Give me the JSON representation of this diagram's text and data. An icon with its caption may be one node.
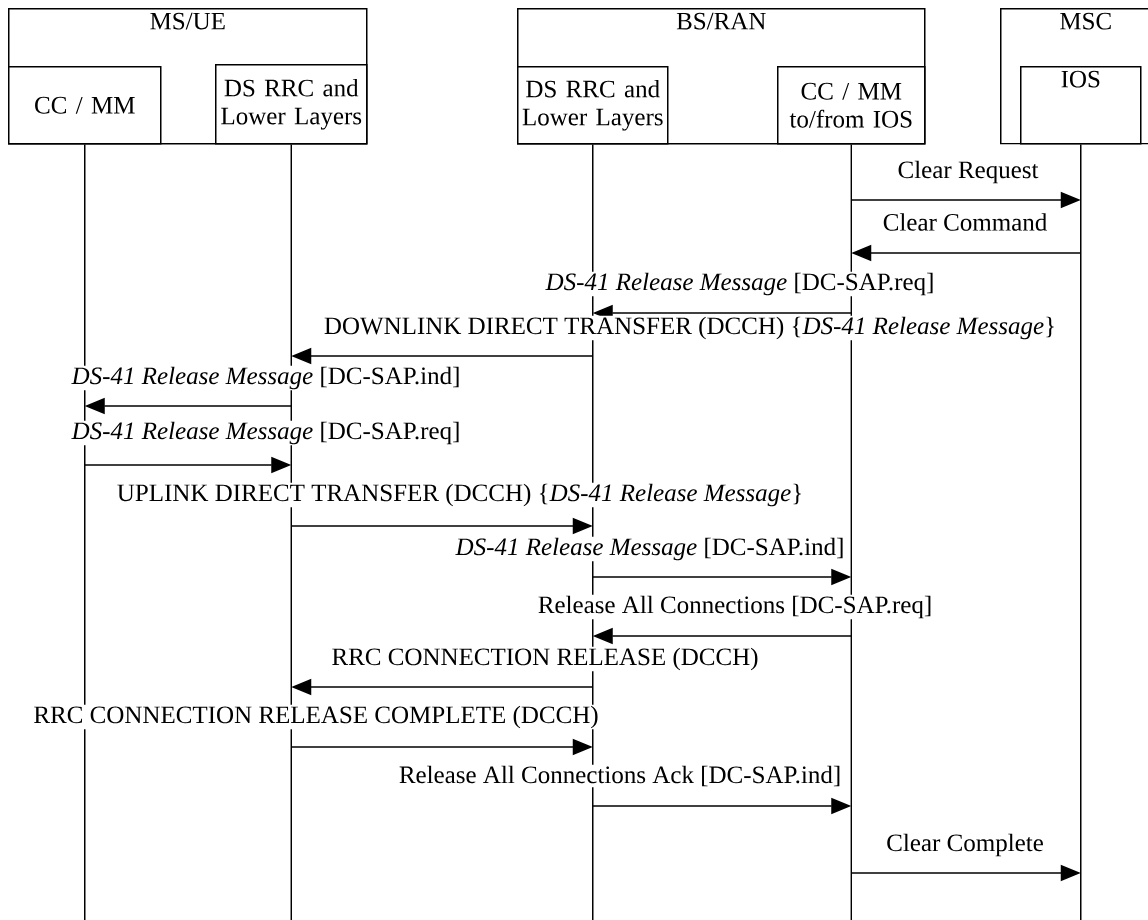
{
  "diagram": {
    "nodes": [
      {
        "text": [
          "MS/UE"
        ]
      },
      {
        "text": [
          "CC / MM"
        ],
        "in": 0
      },
      {
        "text": [
          "DS RRC and Lower Layers"
        ],
        "in": 0
      },
      {
        "text": [
          "BS/RAN"
        ]
      },
      {
        "text": [
          "DS RRC and Lower Layers"
        ],
        "in": 3
      },
      {
        "text": [
          "CC / MM to/from IOS"
        ],
        "in": 3
      },
      {
        "text": [
          "MSC"
        ]
      },
      {
        "text": [
          "IOS"
        ],
        "in": 6
      },
      {
        "text": [],
        "shape": "line"
      },
      {
        "text": [],
        "shape": "line"
      },
      {
        "text": [],
        "shape": "line"
      },
      {
        "text": [],
        "shape": "line"
      },
      {
        "text": [],
        "shape": "line"
      }
    ],
    "edges": [
      {
        "from": 11,
        "to": 12,
        "arrow": "to",
        "label": "Clear Request"
      },
      {
        "from": 12,
        "to": 11,
        "arrow": "to",
        "label": "Clear Command"
      },
      {
        "from": 11,
        "to": 10,
        "arrow": "to",
        "label": "*DS-41 Release Message* [DC-SAP.req]"
      },
      {
        "from": 10,
        "to": 9,
        "arrow": "to",
        "label": "DOWNLINK DIRECT TRANSFER (DCCH) {*DS-41 Release Message*}"
      },
      {
        "from": 9,
        "to": 8,
        "arrow": "to",
        "label": "*DS-41 Release Message* [DC-SAP.ind]"
      },
      {
        "from": 8,
        "to": 9,
        "arrow": "to",
        "label": "*DS-41 Release Message* [DC-SAP.req]"
      },
      {
        "from": 9,
        "to": 10,
        "arrow": "to",
        "label": "UPLINK DIRECT TRANSFER (DCCH) {*DS-41 Release Message*}"
      },
      {
        "from": 10,
        "to": 11,
        "arrow": "to",
        "label": "*DS-41 Release Message* [DC-SAP.ind]"
      },
      {
        "from": 11,
        "to": 10,
        "arrow": "to",
        "label": "Release All Connections [DC-SAP.req]"
      },
      {
        "from": 10,
        "to": 9,
        "arrow": "to",
        "label": "RRC CONNECTION RELEASE (DCCH)"
      },
      {
        "from": 9,
        "to": 10,
        "arrow": "to",
        "label": "RRC CONNECTION RELEASE COMPLETE (DCCH)"
      },
      {
        "from": 10,
        "to": 11,
        "arrow": "to",
        "label": "Release All Connections Ack [DC-SAP.ind]"
      },
      {
        "from": 11,
        "to": 12,
        "arrow": "to",
        "label": "Clear Complete"
      }
    ]
  }
}
